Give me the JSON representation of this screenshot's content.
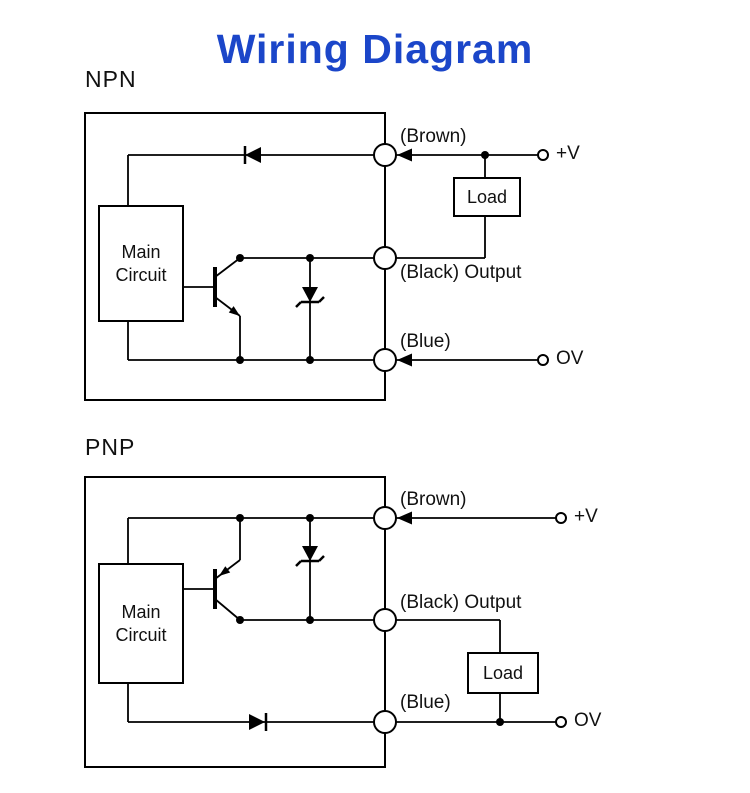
{
  "title": "Wiring Diagram",
  "title_color": "#1b46c9",
  "line_color": "#000000",
  "npn": {
    "label": "NPN",
    "main_circuit_label": "Main Circuit",
    "load_label": "Load",
    "brown_label": "(Brown)",
    "black_label": "(Black) Output",
    "blue_label": "(Blue)",
    "positive_terminal": "+V",
    "zero_terminal": "OV"
  },
  "pnp": {
    "label": "PNP",
    "main_circuit_label": "Main Circuit",
    "load_label": "Load",
    "brown_label": "(Brown)",
    "black_label": "(Black) Output",
    "blue_label": "(Blue)",
    "positive_terminal": "+V",
    "zero_terminal": "OV"
  }
}
